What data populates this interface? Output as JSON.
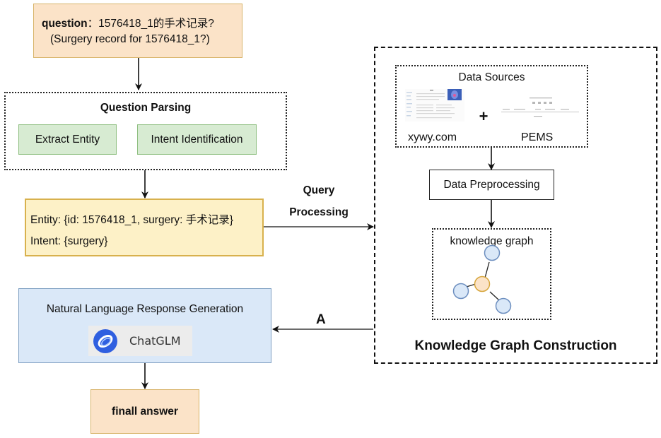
{
  "question_box": {
    "label": "question",
    "separator": "：",
    "text": "1576418_1的手术记录?",
    "translation": "(Surgery record for 1576418_1?)"
  },
  "question_parsing": {
    "title": "Question Parsing",
    "steps": [
      "Extract Entity",
      "Intent Identification"
    ]
  },
  "parsed_result": {
    "entity_line": "Entity: {id: 1576418_1, surgery: 手术记录}",
    "intent_line": "Intent: {surgery}"
  },
  "query_edge": {
    "line1": "Query",
    "line2": "Processing"
  },
  "kg_construction": {
    "title": "Knowledge Graph Construction",
    "data_sources": {
      "title": "Data Sources",
      "sources": [
        "xywy.com",
        "PEMS"
      ],
      "combiner": "+"
    },
    "preprocessing": "Data Preprocessing",
    "knowledge_graph": {
      "title": "knowledge graph"
    }
  },
  "answer_edge": {
    "label": "A"
  },
  "response_generation": {
    "title": "Natural Language Response Generation",
    "model_name": "ChatGLM"
  },
  "final_answer": {
    "label": "finall answer"
  },
  "colors": {
    "question_fill": "#fbe3c8",
    "parsing_step_fill": "#d7ebd2",
    "result_fill": "#fdf1c7",
    "response_fill": "#dae8f8",
    "kg_node_fill": "#dae8f8",
    "kg_center_node_fill": "#fbe3c8",
    "chatglm_brand": "#2f5fe0"
  }
}
